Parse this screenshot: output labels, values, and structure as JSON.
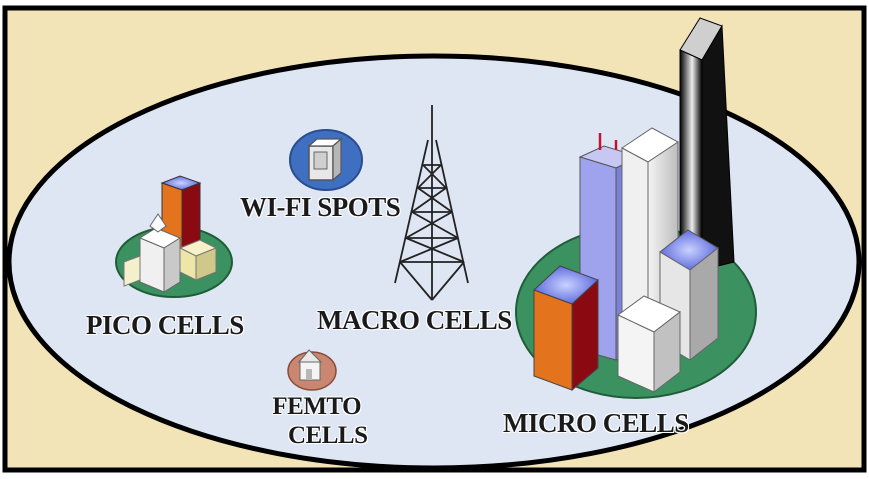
{
  "labels": {
    "wifi": "WI-FI SPOTS",
    "pico": "PICO CELLS",
    "macro": "MACRO CELLS",
    "femto_line1": "FEMTO",
    "femto_line2": "CELLS",
    "micro": "MICRO CELLS"
  },
  "colors": {
    "background": "#f3e4b8",
    "ellipse": "#dfe6f3",
    "border": "#000000",
    "green_base": "#3b9160",
    "blue_tower": "#9fa2ec",
    "orange": "#e3731c",
    "maroon": "#8b0a12"
  },
  "icons": [
    "wifi-hotspot-icon",
    "pico-cell-building-icon",
    "macro-cell-tower-icon",
    "femto-cell-house-icon",
    "micro-cell-city-icon"
  ]
}
